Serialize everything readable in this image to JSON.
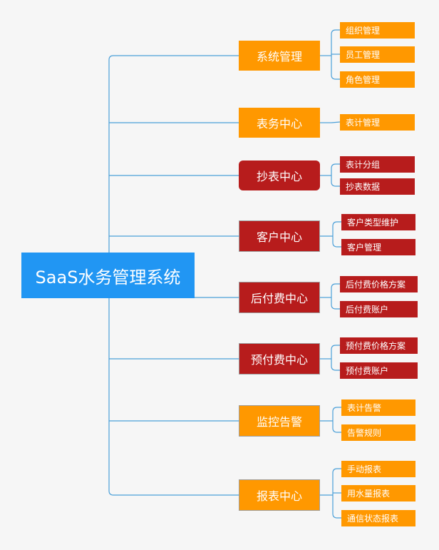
{
  "root": {
    "label": "SaaS水务管理系统",
    "color": "#2196f3"
  },
  "colors": {
    "orange": "#ff9800",
    "red": "#b71c1c",
    "connector": "#4a9fd8",
    "background": "#f6f6f6"
  },
  "branches": [
    {
      "label": "系统管理",
      "color": "orange",
      "children": [
        "组织管理",
        "员工管理",
        "角色管理"
      ]
    },
    {
      "label": "表务中心",
      "color": "orange",
      "children": [
        "表计管理"
      ]
    },
    {
      "label": "抄表中心",
      "color": "red",
      "children": [
        "表计分组",
        "抄表数据"
      ]
    },
    {
      "label": "客户中心",
      "color": "red",
      "children": [
        "客户类型维护",
        "客户管理"
      ]
    },
    {
      "label": "后付费中心",
      "color": "red",
      "children": [
        "后付费价格方案",
        "后付费账户"
      ]
    },
    {
      "label": "预付费中心",
      "color": "red",
      "children": [
        "预付费价格方案",
        "预付费账户"
      ]
    },
    {
      "label": "监控告警",
      "color": "orange",
      "children": [
        "表计告警",
        "告警规则"
      ]
    },
    {
      "label": "报表中心",
      "color": "orange",
      "children": [
        "手动报表",
        "用水量报表",
        "通信状态报表"
      ]
    }
  ]
}
